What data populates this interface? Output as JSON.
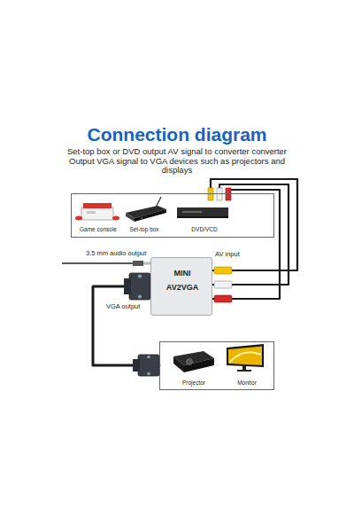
{
  "diagram": {
    "title": "Connection diagram",
    "caption": "Set-top box or DVD output AV signal to converter converter Output VGA signal to VGA devices such as projectors and displays",
    "nodes": [
      {
        "text": [
          "Game console",
          "Set-top box",
          "DVD/VCD"
        ]
      },
      {
        "text": [
          "MINI",
          "AV2VGA"
        ]
      },
      {
        "text": [
          "Projector",
          "Monitor"
        ]
      }
    ],
    "edges": [
      {
        "from": 0,
        "to": 1,
        "arrow": "none"
      },
      {
        "from": 0,
        "to": 1,
        "arrow": "none"
      },
      {
        "from": 0,
        "to": 1,
        "arrow": "none"
      },
      {
        "from": 1,
        "to": 2,
        "arrow": "none"
      }
    ],
    "labels": [
      "3.5 mm audio output",
      "AV input",
      "VGA output"
    ]
  }
}
